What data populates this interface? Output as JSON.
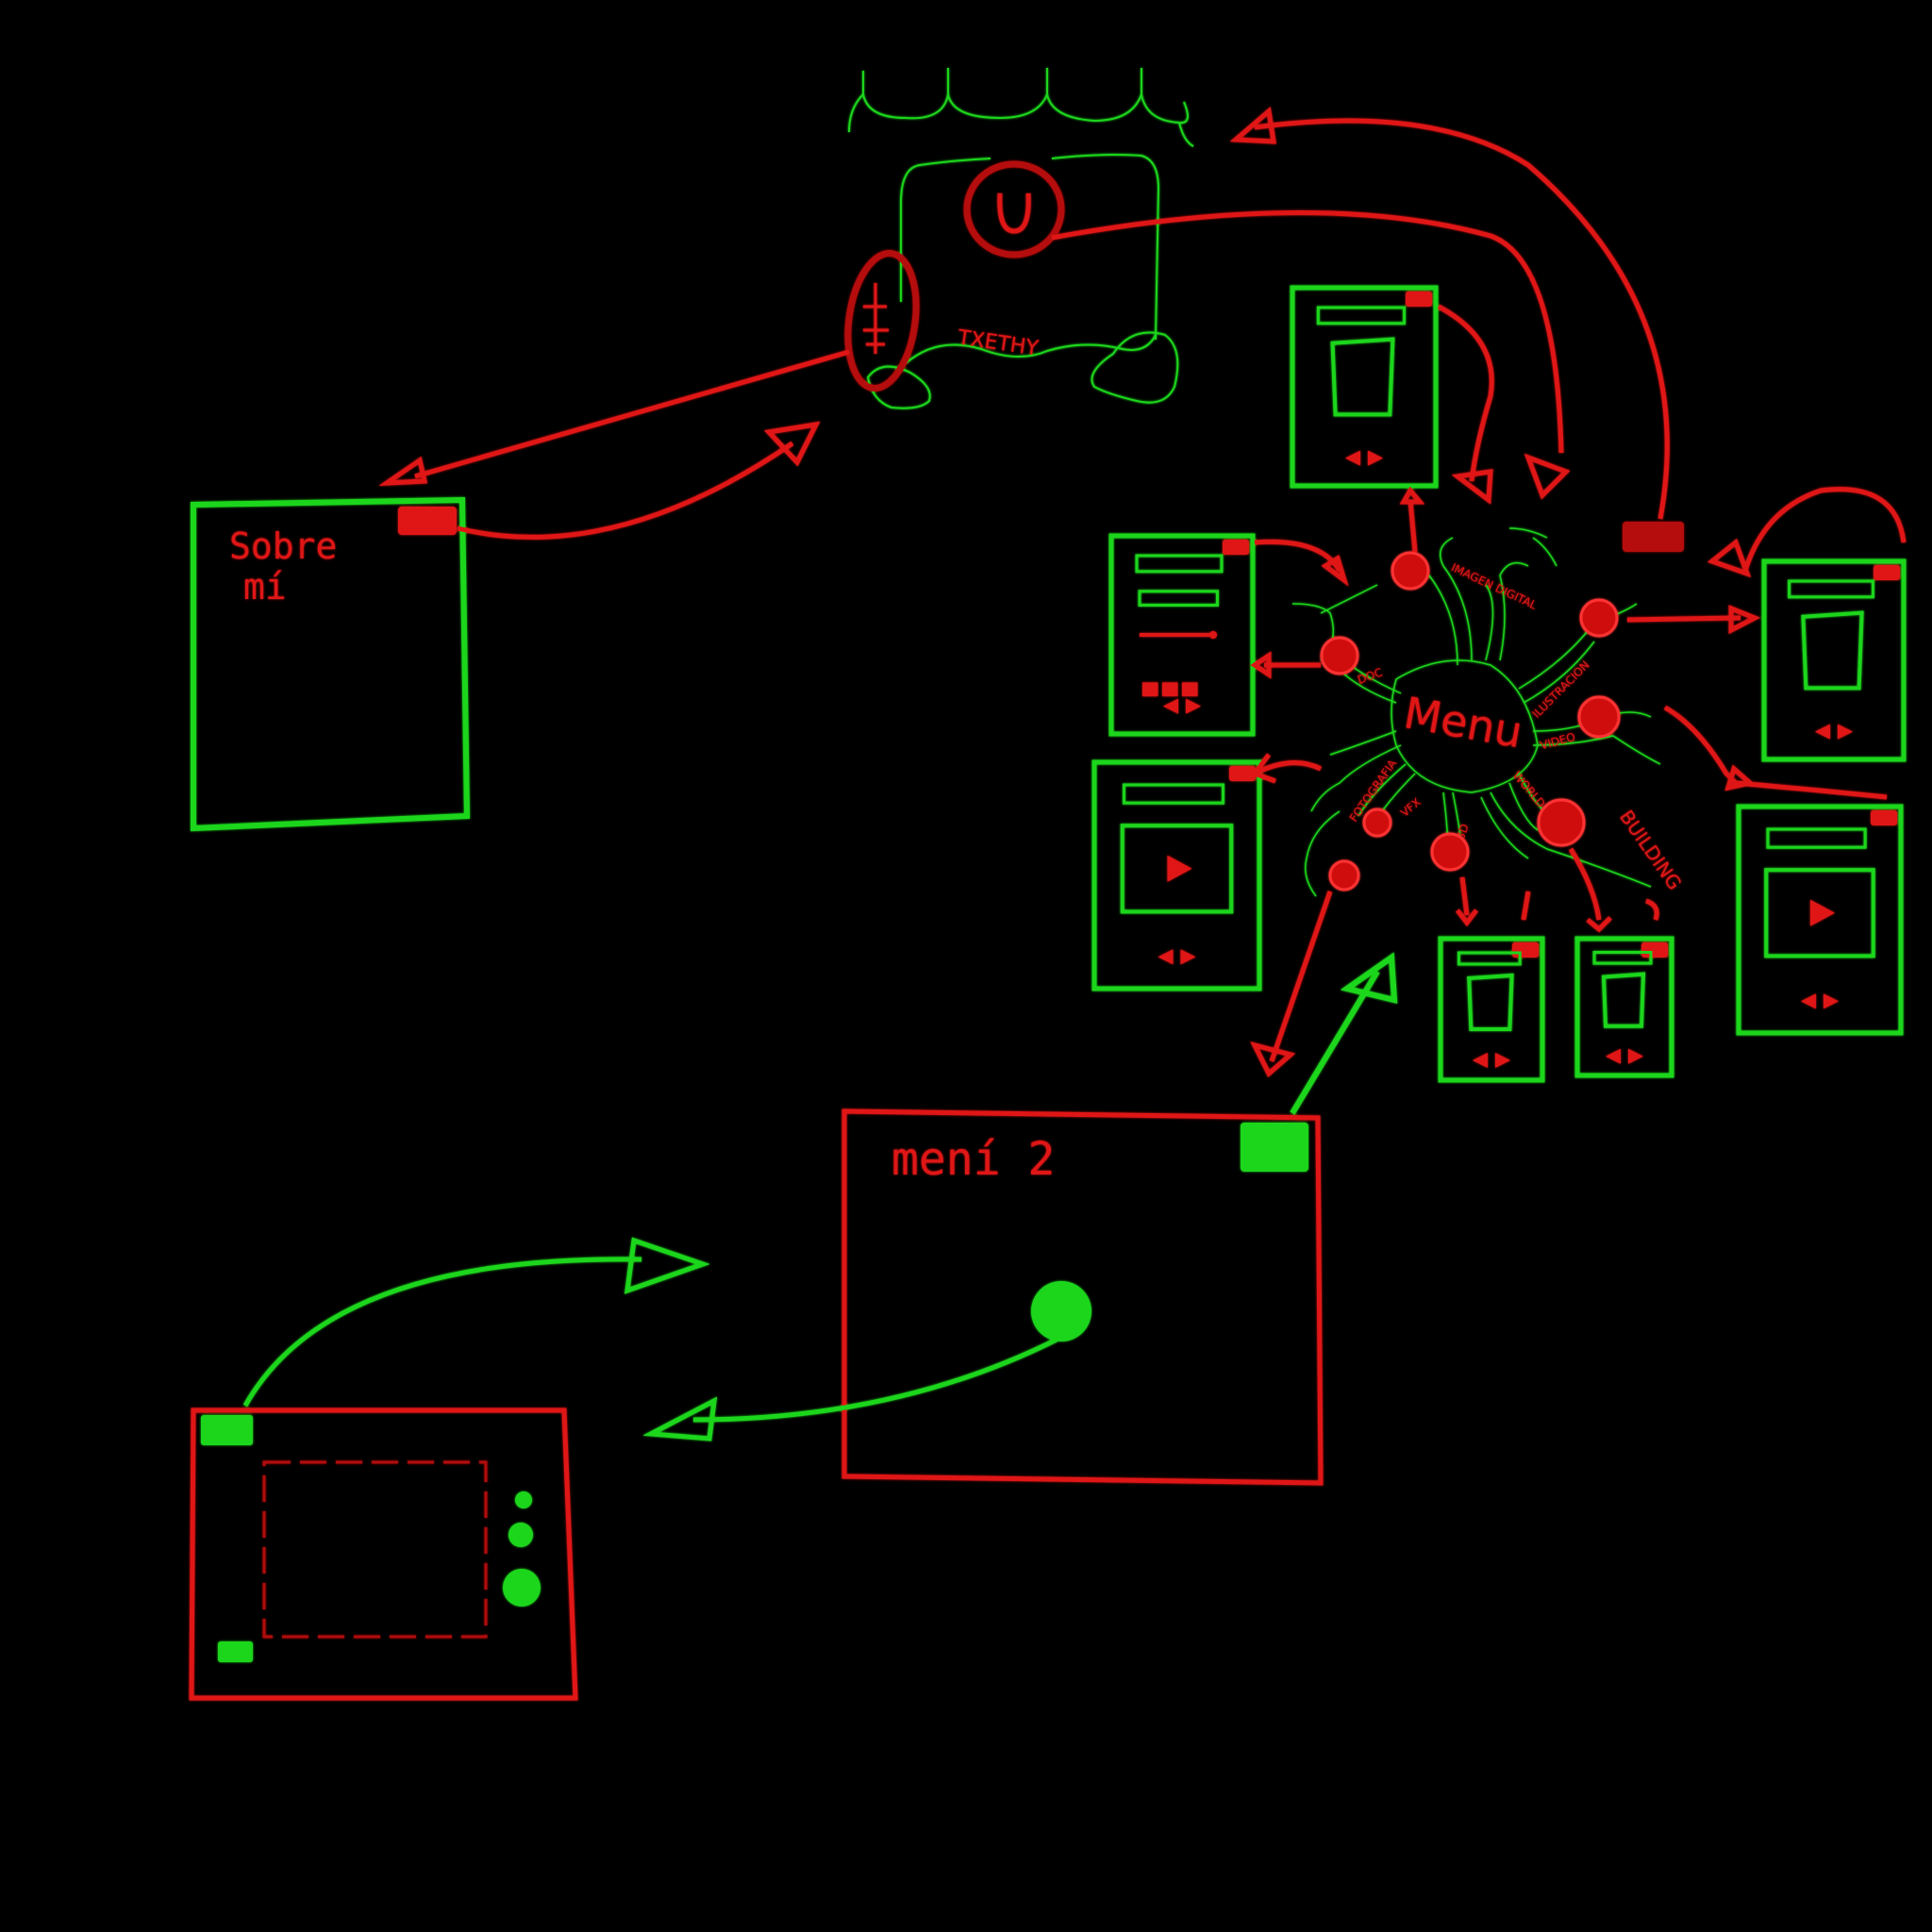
{
  "colors": {
    "background": "#000000",
    "green": "#1fd61f",
    "red": "#e01414",
    "dark_red": "#8a0c0c"
  },
  "header_sketch": {
    "label": "TXETHY"
  },
  "about_panel": {
    "title_line1": "Sobre",
    "title_line2": "mí"
  },
  "menu_hub": {
    "center_label": "Menu",
    "branch_labels": [
      "IMAGEN DIGITAL",
      "DOC",
      "ILUSTRACION",
      "VIDEO",
      "WORLD",
      "BUILDING",
      "VFX",
      "FOTOGRAFIA",
      "3D"
    ]
  },
  "menu2_panel": {
    "title": "mení 2"
  },
  "icons": {
    "panel_corner": "rectangle-tab",
    "nav_arrows": "left-right-triangles",
    "play": "play-triangle"
  }
}
